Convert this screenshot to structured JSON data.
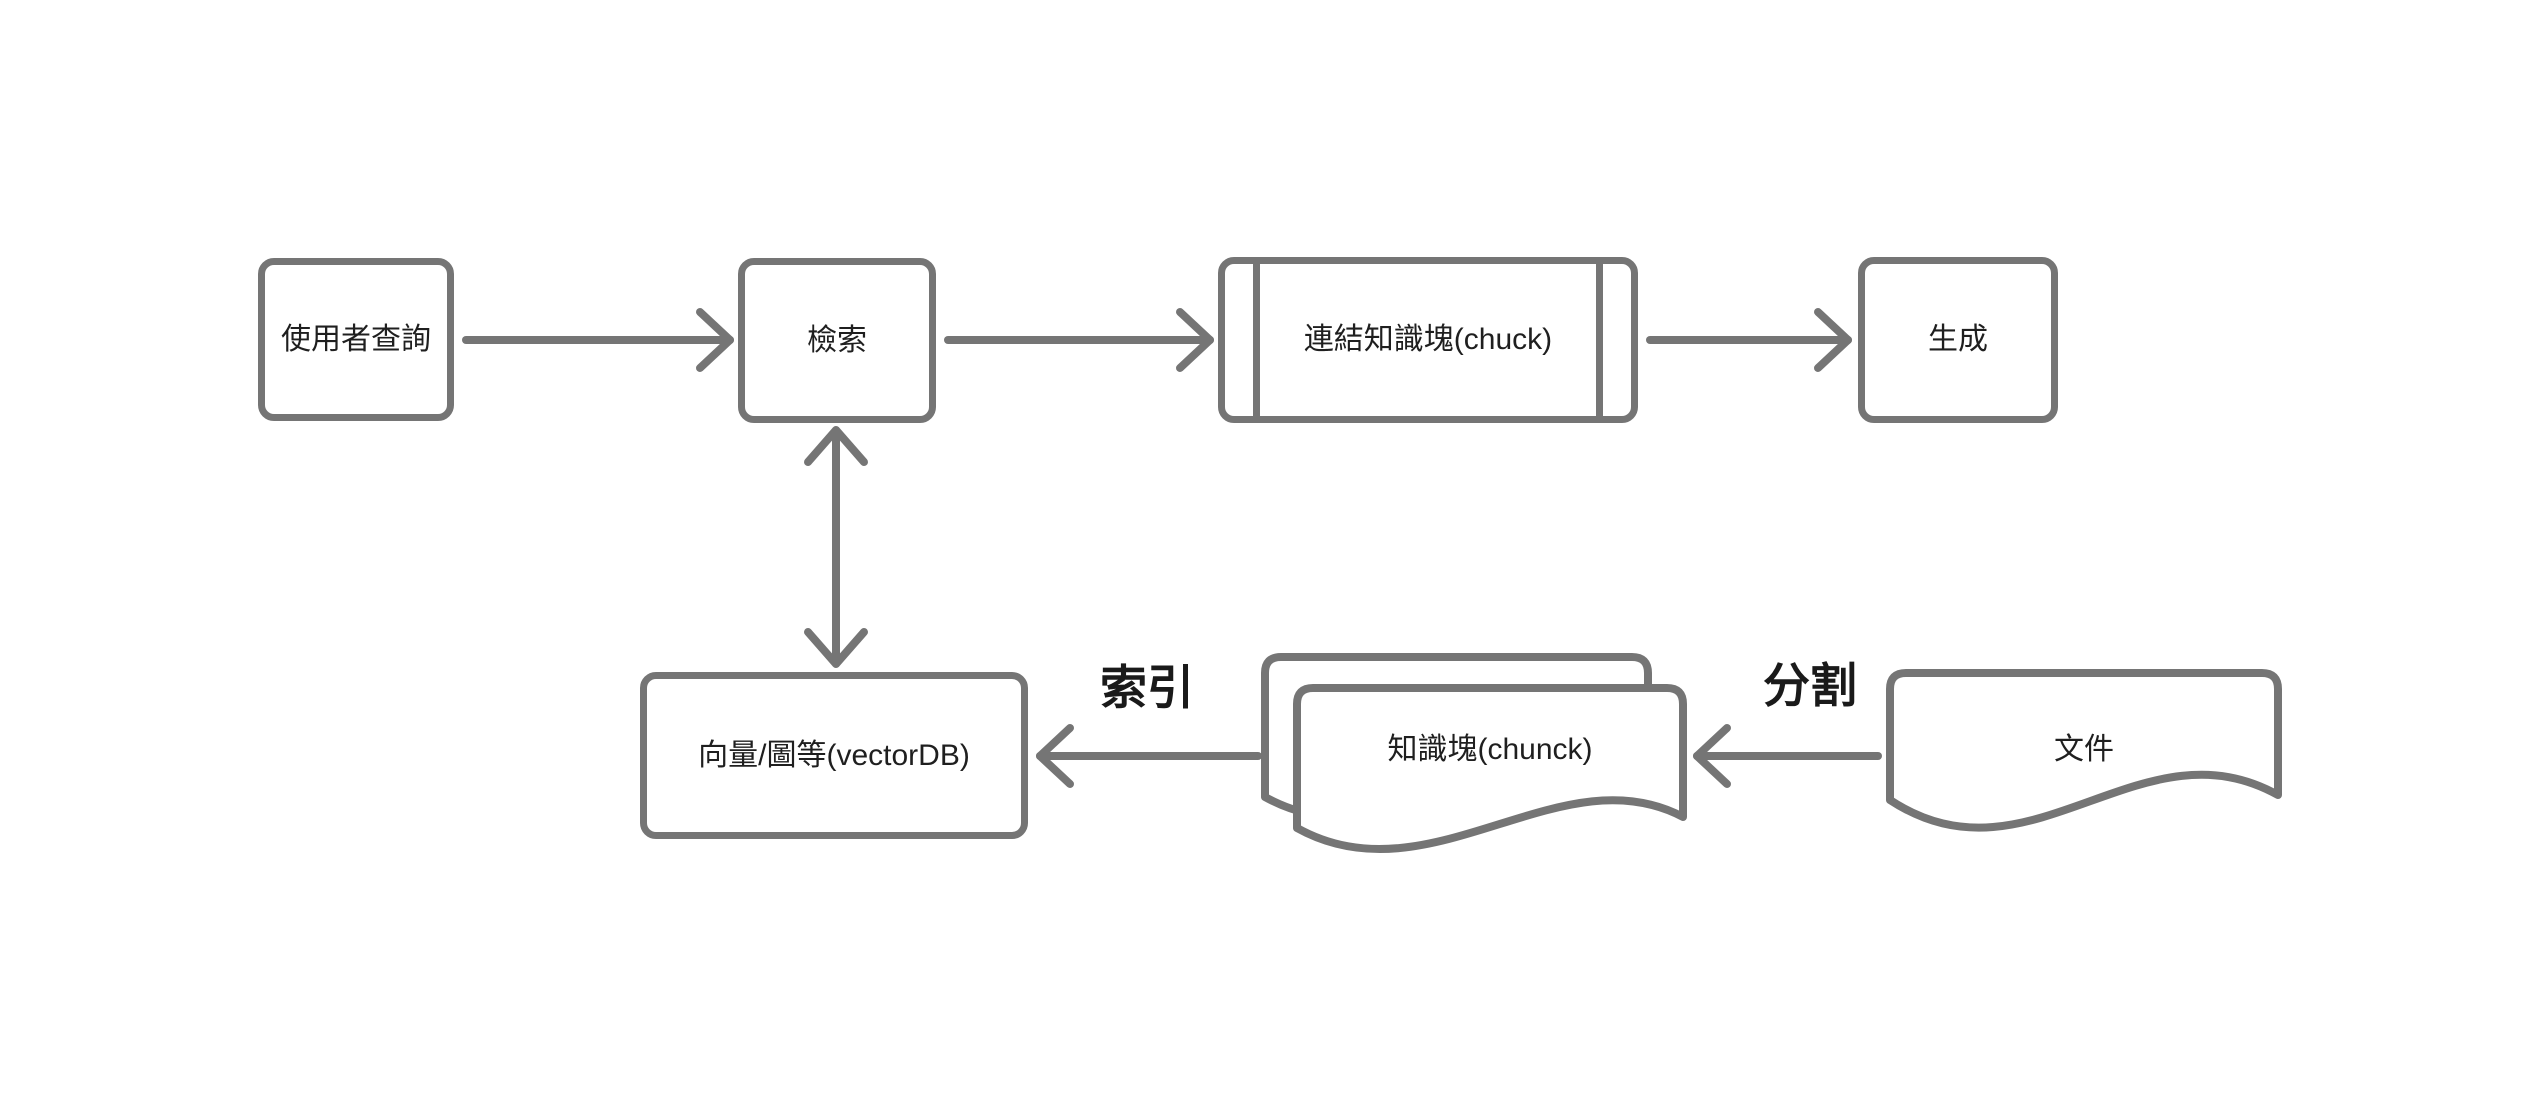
{
  "theme": {
    "stroke": "#757575",
    "node_text": "#1f1f1f",
    "label_text": "#1a1a1a",
    "background": "#ffffff"
  },
  "nodes": {
    "user_query": {
      "label": "使用者查詢"
    },
    "retrieval": {
      "label": "檢索"
    },
    "linked_chunks": {
      "label": "連結知識塊(chuck)"
    },
    "generation": {
      "label": "生成"
    },
    "vector_db": {
      "label": "向量/圖等(vectorDB)"
    },
    "chunks": {
      "label": "知識塊(chunck)"
    },
    "document": {
      "label": "文件"
    }
  },
  "edge_labels": {
    "index": "索引",
    "split": "分割"
  }
}
